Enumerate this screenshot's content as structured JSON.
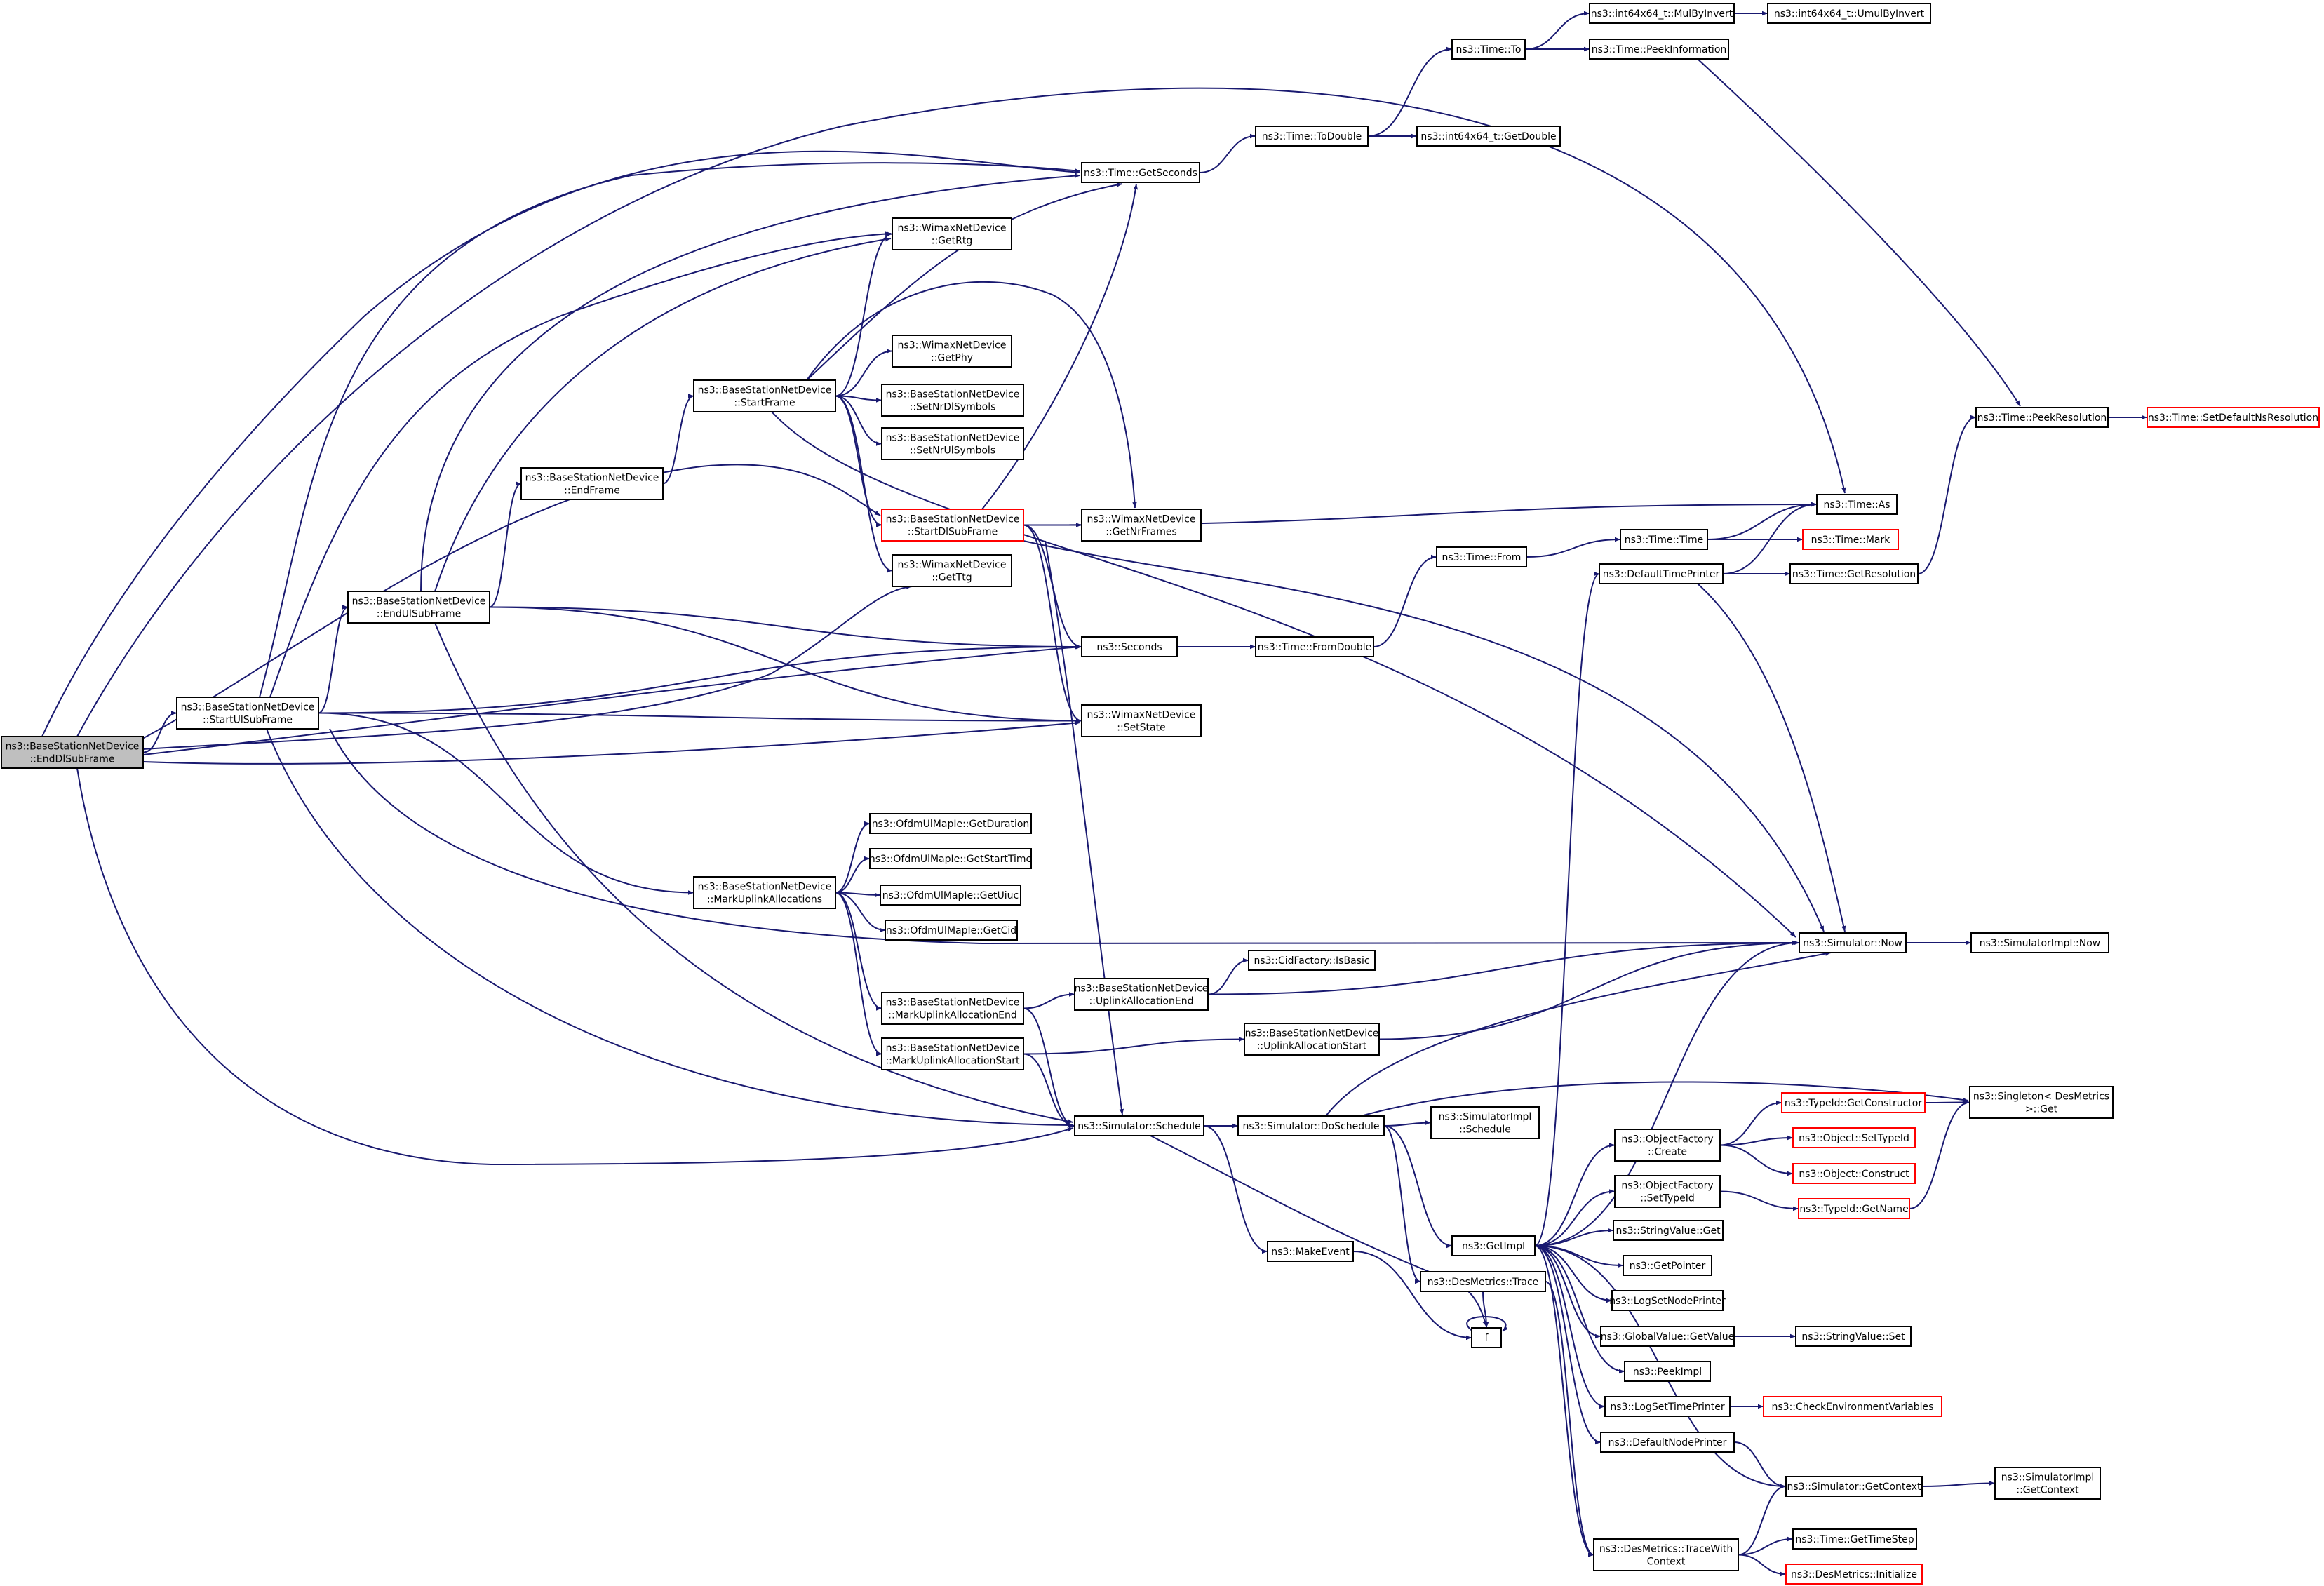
{
  "diagram": {
    "nodes": [
      {
        "id": "root",
        "lines": [
          "ns3::BaseStationNetDevice",
          "::EndDlSubFrame"
        ],
        "style": "root"
      },
      {
        "id": "startUl",
        "lines": [
          "ns3::BaseStationNetDevice",
          "::StartUlSubFrame"
        ],
        "style": "normal"
      },
      {
        "id": "endUl",
        "lines": [
          "ns3::BaseStationNetDevice",
          "::EndUlSubFrame"
        ],
        "style": "normal"
      },
      {
        "id": "endFrame",
        "lines": [
          "ns3::BaseStationNetDevice",
          "::EndFrame"
        ],
        "style": "normal"
      },
      {
        "id": "startFrame",
        "lines": [
          "ns3::BaseStationNetDevice",
          "::StartFrame"
        ],
        "style": "normal"
      },
      {
        "id": "startDl",
        "lines": [
          "ns3::BaseStationNetDevice",
          "::StartDlSubFrame"
        ],
        "style": "red"
      },
      {
        "id": "getRtg",
        "lines": [
          "ns3::WimaxNetDevice",
          "::GetRtg"
        ],
        "style": "normal"
      },
      {
        "id": "getPhy",
        "lines": [
          "ns3::WimaxNetDevice",
          "::GetPhy"
        ],
        "style": "normal"
      },
      {
        "id": "setNrDl",
        "lines": [
          "ns3::BaseStationNetDevice",
          "::SetNrDlSymbols"
        ],
        "style": "normal"
      },
      {
        "id": "setNrUl",
        "lines": [
          "ns3::BaseStationNetDevice",
          "::SetNrUlSymbols"
        ],
        "style": "normal"
      },
      {
        "id": "getTtg",
        "lines": [
          "ns3::WimaxNetDevice",
          "::GetTtg"
        ],
        "style": "normal"
      },
      {
        "id": "getNrFrames",
        "lines": [
          "ns3::WimaxNetDevice",
          "::GetNrFrames"
        ],
        "style": "normal"
      },
      {
        "id": "seconds",
        "lines": [
          "ns3::Seconds"
        ],
        "style": "normal"
      },
      {
        "id": "setState",
        "lines": [
          "ns3::WimaxNetDevice",
          "::SetState"
        ],
        "style": "normal"
      },
      {
        "id": "getSeconds",
        "lines": [
          "ns3::Time::GetSeconds"
        ],
        "style": "normal"
      },
      {
        "id": "toDouble",
        "lines": [
          "ns3::Time::ToDouble"
        ],
        "style": "normal"
      },
      {
        "id": "timeTo",
        "lines": [
          "ns3::Time::To"
        ],
        "style": "normal"
      },
      {
        "id": "mulByInvert",
        "lines": [
          "ns3::int64x64_t::MulByInvert"
        ],
        "style": "normal"
      },
      {
        "id": "umulByInvert",
        "lines": [
          "ns3::int64x64_t::UmulByInvert"
        ],
        "style": "normal"
      },
      {
        "id": "peekInfo",
        "lines": [
          "ns3::Time::PeekInformation"
        ],
        "style": "normal"
      },
      {
        "id": "getDouble",
        "lines": [
          "ns3::int64x64_t::GetDouble"
        ],
        "style": "normal"
      },
      {
        "id": "fromDouble",
        "lines": [
          "ns3::Time::FromDouble"
        ],
        "style": "normal"
      },
      {
        "id": "timeFrom",
        "lines": [
          "ns3::Time::From"
        ],
        "style": "normal"
      },
      {
        "id": "timeTime",
        "lines": [
          "ns3::Time::Time"
        ],
        "style": "normal"
      },
      {
        "id": "timeAs",
        "lines": [
          "ns3::Time::As"
        ],
        "style": "normal"
      },
      {
        "id": "timeMark",
        "lines": [
          "ns3::Time::Mark"
        ],
        "style": "red"
      },
      {
        "id": "defTimePrinter",
        "lines": [
          "ns3::DefaultTimePrinter"
        ],
        "style": "normal"
      },
      {
        "id": "getResolution",
        "lines": [
          "ns3::Time::GetResolution"
        ],
        "style": "normal"
      },
      {
        "id": "peekResolution",
        "lines": [
          "ns3::Time::PeekResolution"
        ],
        "style": "normal"
      },
      {
        "id": "setDefaultNsRes",
        "lines": [
          "ns3::Time::SetDefaultNsResolution"
        ],
        "style": "red"
      },
      {
        "id": "markUplink",
        "lines": [
          "ns3::BaseStationNetDevice",
          "::MarkUplinkAllocations"
        ],
        "style": "normal"
      },
      {
        "id": "getDuration",
        "lines": [
          "ns3::OfdmUlMapIe::GetDuration"
        ],
        "style": "normal"
      },
      {
        "id": "getStartTime",
        "lines": [
          "ns3::OfdmUlMapIe::GetStartTime"
        ],
        "style": "normal"
      },
      {
        "id": "getUiuc",
        "lines": [
          "ns3::OfdmUlMapIe::GetUiuc"
        ],
        "style": "normal"
      },
      {
        "id": "getCid",
        "lines": [
          "ns3::OfdmUlMapIe::GetCid"
        ],
        "style": "normal"
      },
      {
        "id": "markEnd",
        "lines": [
          "ns3::BaseStationNetDevice",
          "::MarkUplinkAllocationEnd"
        ],
        "style": "normal"
      },
      {
        "id": "markStart",
        "lines": [
          "ns3::BaseStationNetDevice",
          "::MarkUplinkAllocationStart"
        ],
        "style": "normal"
      },
      {
        "id": "isBasic",
        "lines": [
          "ns3::CidFactory::IsBasic"
        ],
        "style": "normal"
      },
      {
        "id": "ulAllocEnd",
        "lines": [
          "ns3::BaseStationNetDevice",
          "::UplinkAllocationEnd"
        ],
        "style": "normal"
      },
      {
        "id": "ulAllocStart",
        "lines": [
          "ns3::BaseStationNetDevice",
          "::UplinkAllocationStart"
        ],
        "style": "normal"
      },
      {
        "id": "simNow",
        "lines": [
          "ns3::Simulator::Now"
        ],
        "style": "normal"
      },
      {
        "id": "simImplNow",
        "lines": [
          "ns3::SimulatorImpl::Now"
        ],
        "style": "normal"
      },
      {
        "id": "schedule",
        "lines": [
          "ns3::Simulator::Schedule"
        ],
        "style": "normal"
      },
      {
        "id": "doSchedule",
        "lines": [
          "ns3::Simulator::DoSchedule"
        ],
        "style": "normal"
      },
      {
        "id": "simImplSchedule",
        "lines": [
          "ns3::SimulatorImpl",
          "::Schedule"
        ],
        "style": "normal"
      },
      {
        "id": "makeEvent",
        "lines": [
          "ns3::MakeEvent"
        ],
        "style": "normal"
      },
      {
        "id": "f",
        "lines": [
          "f"
        ],
        "style": "normal"
      },
      {
        "id": "desTrace",
        "lines": [
          "ns3::DesMetrics::Trace"
        ],
        "style": "normal"
      },
      {
        "id": "getImpl",
        "lines": [
          "ns3::GetImpl"
        ],
        "style": "normal"
      },
      {
        "id": "singletonGet",
        "lines": [
          "ns3::Singleton< DesMetrics",
          " >::Get"
        ],
        "style": "normal"
      },
      {
        "id": "ofCreate",
        "lines": [
          "ns3::ObjectFactory",
          "::Create"
        ],
        "style": "normal"
      },
      {
        "id": "ofSetTypeId",
        "lines": [
          "ns3::ObjectFactory",
          "::SetTypeId"
        ],
        "style": "normal"
      },
      {
        "id": "getConstructor",
        "lines": [
          "ns3::TypeId::GetConstructor"
        ],
        "style": "red"
      },
      {
        "id": "objSetTypeId",
        "lines": [
          "ns3::Object::SetTypeId"
        ],
        "style": "red"
      },
      {
        "id": "objConstruct",
        "lines": [
          "ns3::Object::Construct"
        ],
        "style": "red"
      },
      {
        "id": "typeIdGetName",
        "lines": [
          "ns3::TypeId::GetName"
        ],
        "style": "red"
      },
      {
        "id": "stringValueGet",
        "lines": [
          "ns3::StringValue::Get"
        ],
        "style": "normal"
      },
      {
        "id": "getPointer",
        "lines": [
          "ns3::GetPointer"
        ],
        "style": "normal"
      },
      {
        "id": "logSetNodePrinter",
        "lines": [
          "ns3::LogSetNodePrinter"
        ],
        "style": "normal"
      },
      {
        "id": "gvGetValue",
        "lines": [
          "ns3::GlobalValue::GetValue"
        ],
        "style": "normal"
      },
      {
        "id": "stringValueSet",
        "lines": [
          "ns3::StringValue::Set"
        ],
        "style": "normal"
      },
      {
        "id": "peekImpl",
        "lines": [
          "ns3::PeekImpl"
        ],
        "style": "normal"
      },
      {
        "id": "logSetTimePrinter",
        "lines": [
          "ns3::LogSetTimePrinter"
        ],
        "style": "normal"
      },
      {
        "id": "checkEnv",
        "lines": [
          "ns3::CheckEnvironmentVariables"
        ],
        "style": "red"
      },
      {
        "id": "defNodePrinter",
        "lines": [
          "ns3::DefaultNodePrinter"
        ],
        "style": "normal"
      },
      {
        "id": "simGetContext",
        "lines": [
          "ns3::Simulator::GetContext"
        ],
        "style": "normal"
      },
      {
        "id": "simImplGetContext",
        "lines": [
          "ns3::SimulatorImpl",
          "::GetContext"
        ],
        "style": "normal"
      },
      {
        "id": "traceWithContext",
        "lines": [
          "ns3::DesMetrics::TraceWith",
          "Context"
        ],
        "style": "normal"
      },
      {
        "id": "getTimeStep",
        "lines": [
          "ns3::Time::GetTimeStep"
        ],
        "style": "normal"
      },
      {
        "id": "desInit",
        "lines": [
          "ns3::DesMetrics::Initialize"
        ],
        "style": "red"
      }
    ]
  },
  "colors": {
    "edge": "#191970",
    "node_border": "#000000",
    "node_border_incomplete": "#ff0000",
    "root_fill": "#bfbfbf",
    "background": "#ffffff"
  }
}
